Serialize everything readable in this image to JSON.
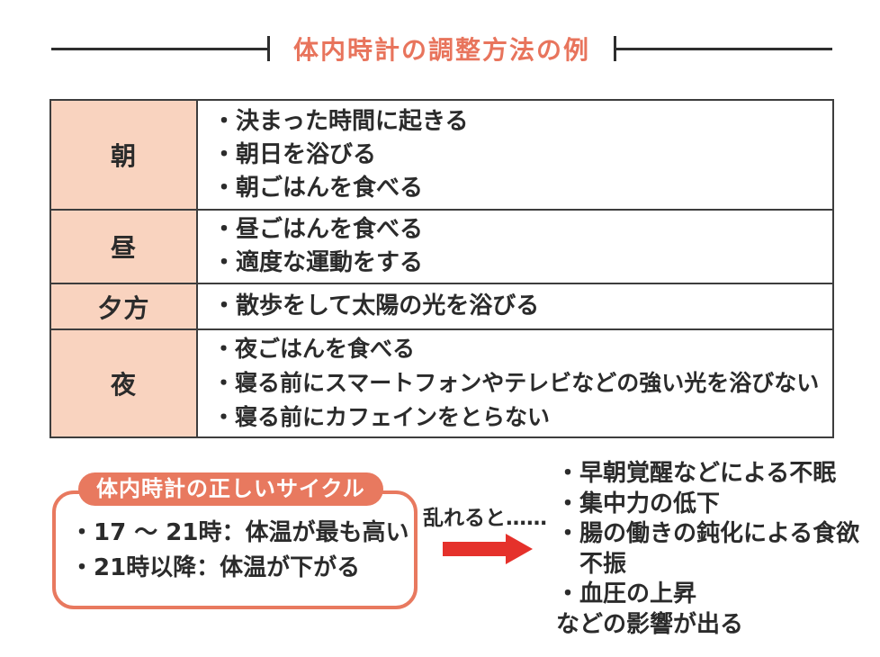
{
  "title": "体内時計の調整方法の例",
  "colors": {
    "accent_coral": "#e8795f",
    "title_coral": "#e8745c",
    "row_header_bg": "#f9d3bf",
    "arrow_red": "#e5312b",
    "table_border": "#3d3d3d",
    "text": "#2b2b2b"
  },
  "table": {
    "rows": [
      {
        "label": "朝",
        "items": [
          "・決まった時間に起きる",
          "・朝日を浴びる",
          "・朝ごはんを食べる"
        ]
      },
      {
        "label": "昼",
        "items": [
          "・昼ごはんを食べる",
          "・適度な運動をする"
        ]
      },
      {
        "label": "夕方",
        "items": [
          "・散歩をして太陽の光を浴びる"
        ]
      },
      {
        "label": "夜",
        "items": [
          "・夜ごはんを食べる",
          "・寝る前にスマートフォンやテレビなどの強い光を浴びない",
          "・寝る前にカフェインをとらない"
        ]
      }
    ]
  },
  "cycle_box": {
    "title": "体内時計の正しいサイクル",
    "items": [
      "・17 ～ 21時：体温が最も高い",
      "・21時以降：体温が下がる"
    ]
  },
  "disruption": {
    "label": "乱れると……",
    "effects": [
      "・早朝覚醒などによる不眠",
      "・集中力の低下",
      "・腸の働きの鈍化による食欲不振",
      "・血圧の上昇"
    ],
    "outro": "などの影響が出る"
  }
}
